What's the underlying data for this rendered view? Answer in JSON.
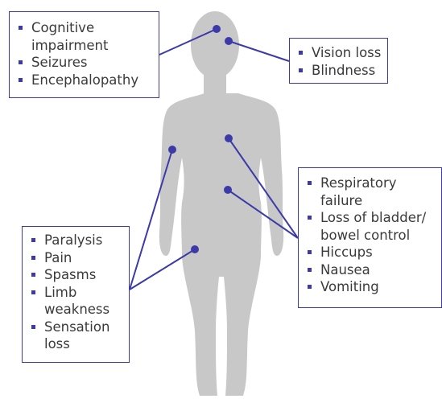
{
  "colors": {
    "accent": "#3b3aa8",
    "silhouette": "#c8c8c8",
    "text": "#3a3a3a"
  },
  "callouts": {
    "brain": {
      "items": [
        "Cognitive impairment",
        "Seizures",
        "Encephalopathy"
      ]
    },
    "eyes": {
      "items": [
        "Vision loss",
        "Blindness"
      ]
    },
    "trunk": {
      "items": [
        "Respiratory failure",
        "Loss of bladder/ bowel control",
        "Hiccups",
        "Nausea",
        "Vomiting"
      ]
    },
    "limbs": {
      "items": [
        "Paralysis",
        "Pain",
        "Spasms",
        "Limb weakness",
        "Sensation loss"
      ]
    }
  },
  "markers": [
    "head",
    "eye",
    "arm",
    "chest",
    "abdomen",
    "thigh"
  ]
}
